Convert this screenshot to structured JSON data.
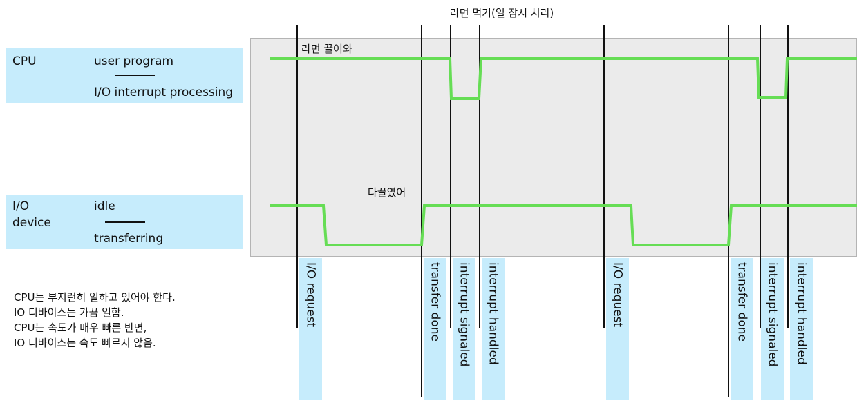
{
  "top_annotation": "라면 먹기(일 잠시 처리)",
  "cpu_annotation": "라면 끌어와",
  "io_annotation": "다끌였어",
  "legend": {
    "cpu": {
      "name": "CPU",
      "state_high": "user program",
      "state_low": "I/O interrupt processing"
    },
    "io": {
      "name_line1": "I/O",
      "name_line2": "device",
      "state_high": "idle",
      "state_low": "transferring"
    }
  },
  "notes": [
    "CPU는 부지런히 일하고 있어야 한다.",
    "IO 디바이스는 가끔 일함.",
    "CPU는 속도가 매우 빠른 반면,",
    "IO 디바이스는 속도 빠르지 않음."
  ],
  "events": [
    "I/O request",
    "transfer done",
    "interrupt signaled",
    "interrupt handled",
    "I/O request",
    "transfer done",
    "interrupt signaled",
    "interrupt handled"
  ],
  "colors": {
    "signal": "#66dd55",
    "box_fill": "#c6ecfc",
    "plot_bg": "#ebebeb"
  }
}
